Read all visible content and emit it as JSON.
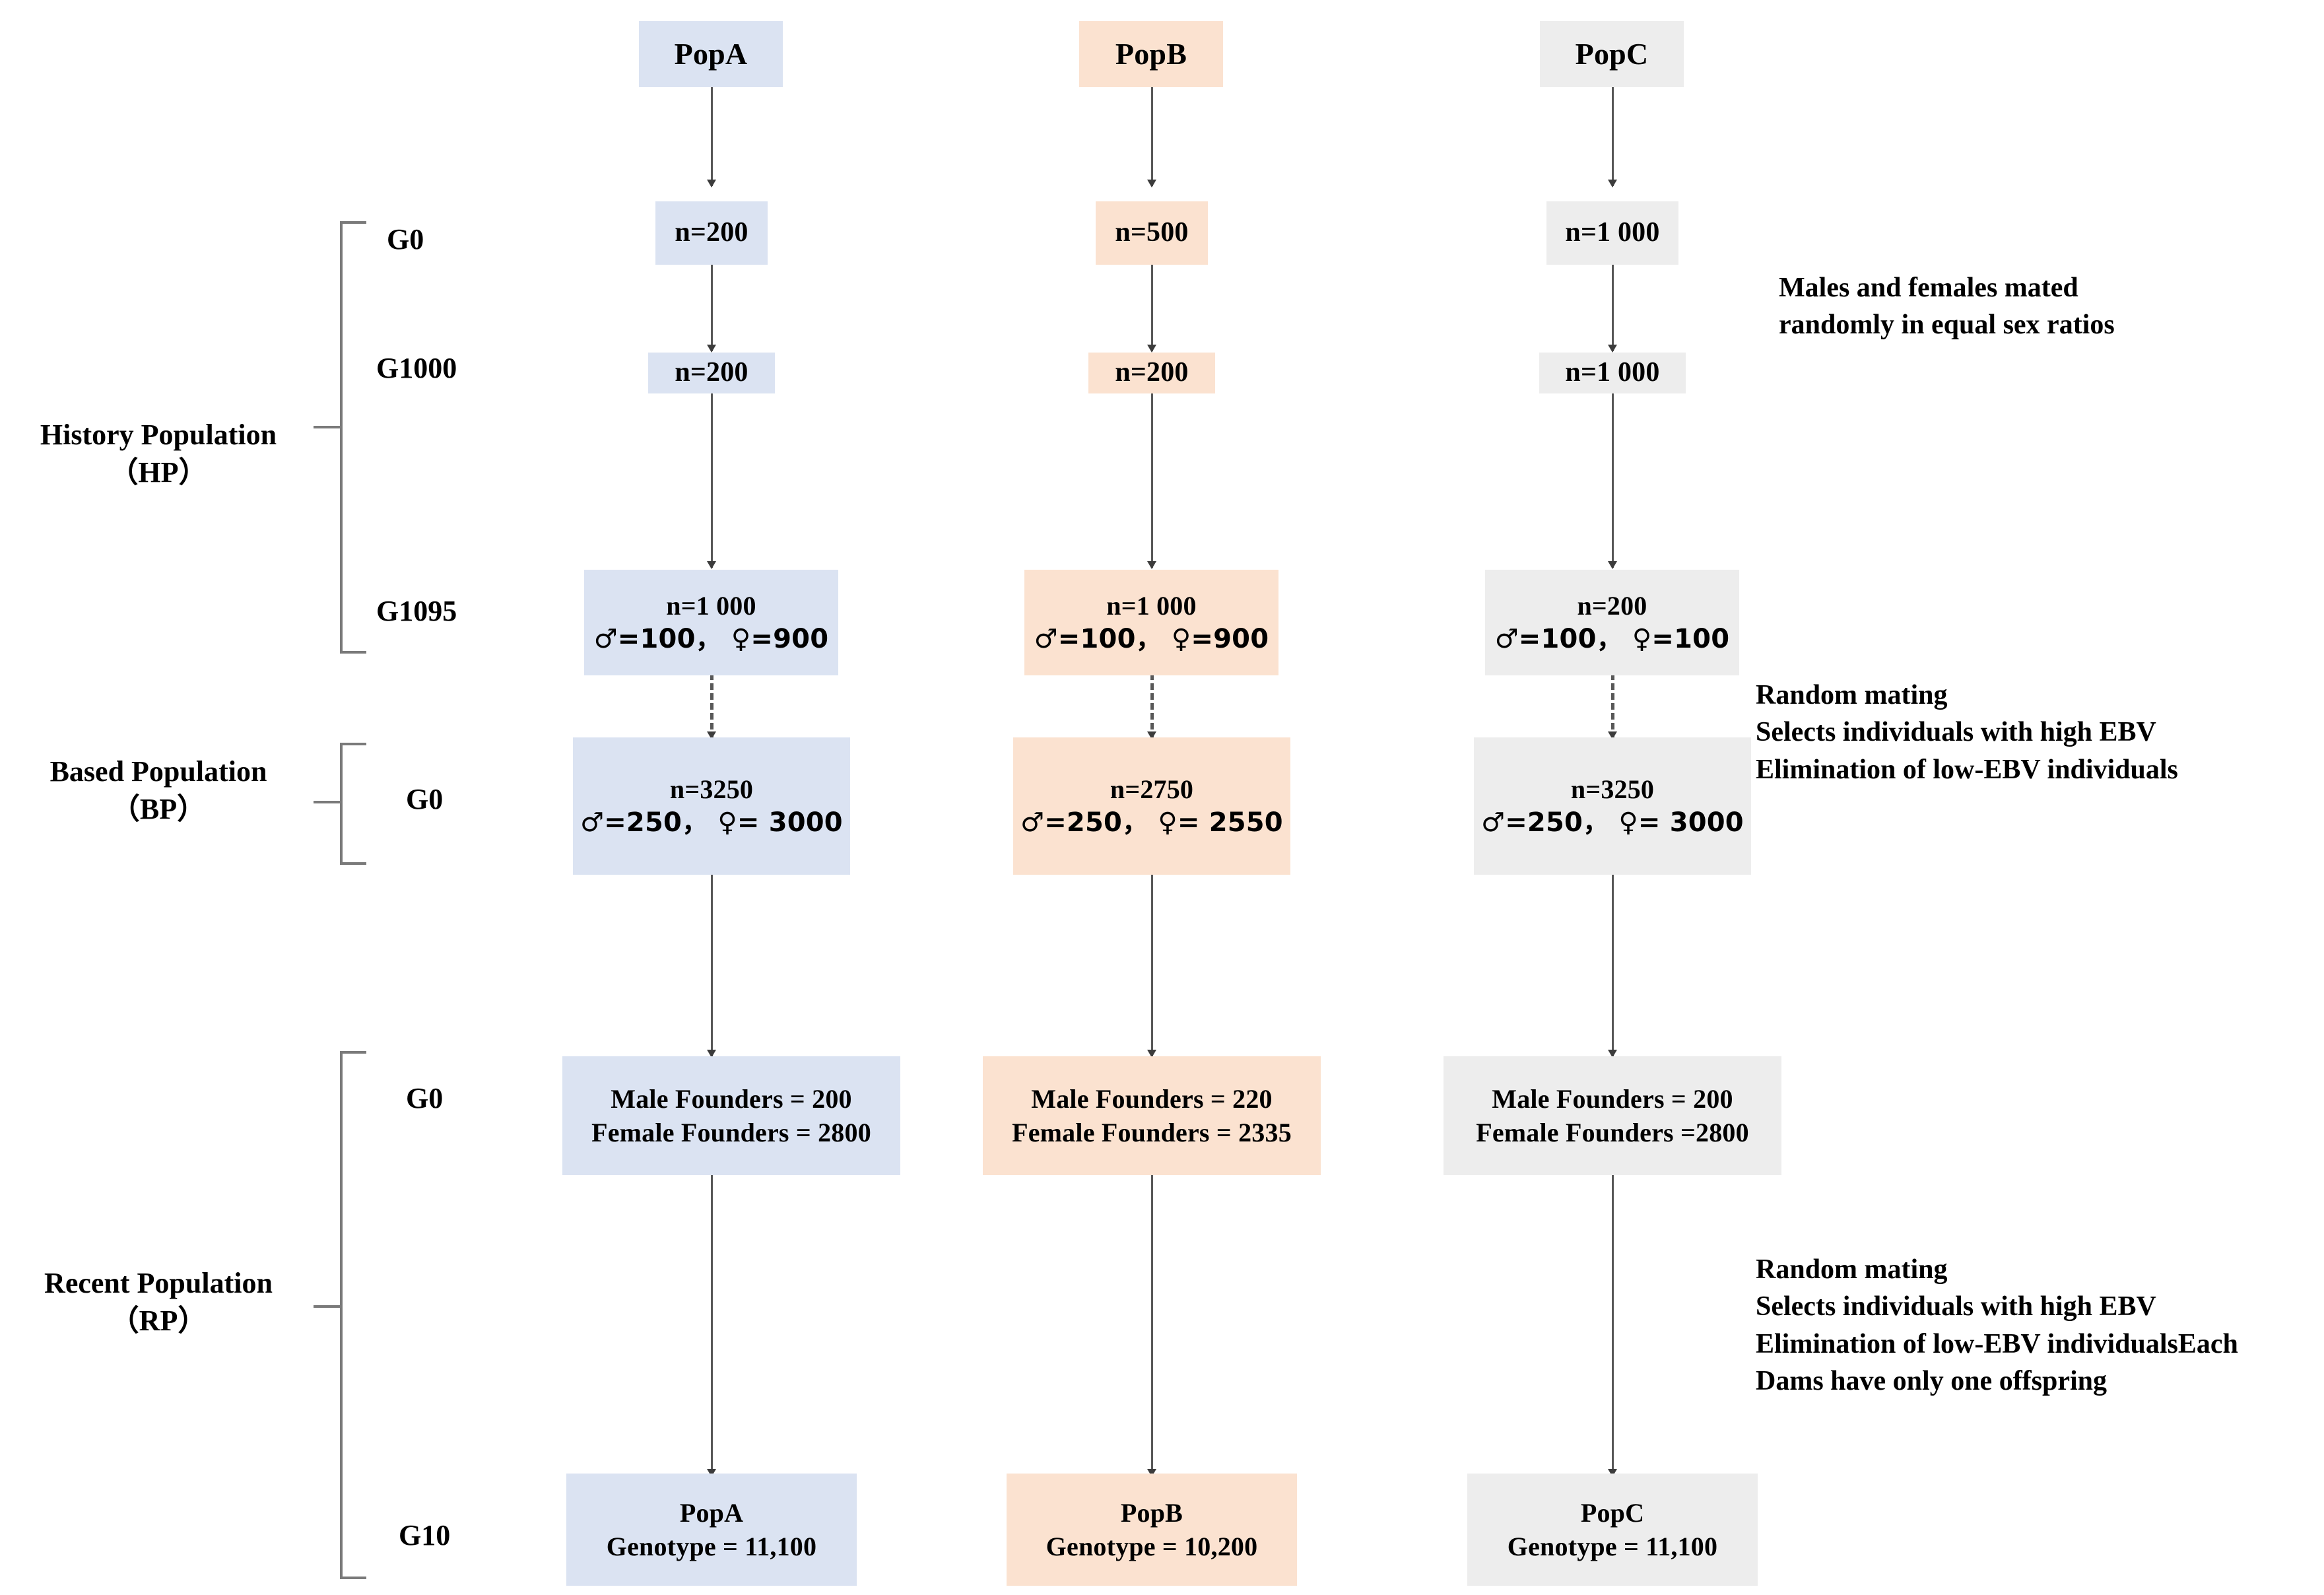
{
  "diagram": {
    "title_nodes": [
      {
        "id": "popA-title",
        "label": "PopA",
        "color": "#dbe3f2"
      },
      {
        "id": "popB-title",
        "label": "PopB",
        "color": "#fbe2d0"
      },
      {
        "id": "popC-title",
        "label": "PopC",
        "color": "#ededed"
      }
    ],
    "phases": [
      {
        "id": "hp",
        "line1": "History Population",
        "line2": "（HP）"
      },
      {
        "id": "bp",
        "line1": "Based Population",
        "line2": "（BP）"
      },
      {
        "id": "rp",
        "line1": "Recent Population",
        "line2": "（RP）"
      }
    ],
    "generation_labels": [
      {
        "id": "hp-g0",
        "label": "G0"
      },
      {
        "id": "hp-g1000",
        "label": "G1000"
      },
      {
        "id": "hp-g1095",
        "label": "G1095"
      },
      {
        "id": "bp-g0",
        "label": "G0"
      },
      {
        "id": "rp-g0",
        "label": "G0"
      },
      {
        "id": "rp-g10",
        "label": "G10"
      }
    ],
    "columns": {
      "popA": {
        "name": "PopA",
        "hp_g0": "n=200",
        "hp_g1000": "n=200",
        "hp_g1095_line1": "n=1 000",
        "hp_g1095_line2": "♂=100，  ♀=900",
        "bp_g0_line1": "n=3250",
        "bp_g0_line2": "♂=250，  ♀= 3000",
        "rp_g0_line1": "Male Founders = 200",
        "rp_g0_line2": "Female Founders =  2800",
        "rp_g10_line1": "PopA",
        "rp_g10_line2": "Genotype = 11,100"
      },
      "popB": {
        "name": "PopB",
        "hp_g0": "n=500",
        "hp_g1000": "n=200",
        "hp_g1095_line1": "n=1 000",
        "hp_g1095_line2": "♂=100，   ♀=900",
        "bp_g0_line1": "n=2750",
        "bp_g0_line2": "♂=250，  ♀=  2550",
        "rp_g0_line1": "Male Founders = 220",
        "rp_g0_line2": "Female Founders =  2335",
        "rp_g10_line1": "PopB",
        "rp_g10_line2": "Genotype = 10,200"
      },
      "popC": {
        "name": "PopC",
        "hp_g0": "n=1 000",
        "hp_g1000": "n=1 000",
        "hp_g1095_line1": "n=200",
        "hp_g1095_line2": "♂=100，  ♀=100",
        "bp_g0_line1": "n=3250",
        "bp_g0_line2": "♂=250，  ♀= 3000",
        "rp_g0_line1": "Male Founders = 200",
        "rp_g0_line2": "Female Founders =2800",
        "rp_g10_line1": "PopC",
        "rp_g10_line2": "Genotype = 11,100"
      }
    },
    "annotations": [
      {
        "id": "annotation-hp",
        "lines": [
          "Males and females mated",
          "randomly in equal sex ratios"
        ]
      },
      {
        "id": "annotation-bp",
        "lines": [
          "Random mating",
          "Selects individuals with high EBV",
          "Elimination of low-EBV individuals"
        ]
      },
      {
        "id": "annotation-rp",
        "lines": [
          "Random mating",
          "Selects individuals with high EBV",
          "Elimination of low-EBV individualsEach",
          "Dams have only one offspring"
        ]
      }
    ]
  }
}
